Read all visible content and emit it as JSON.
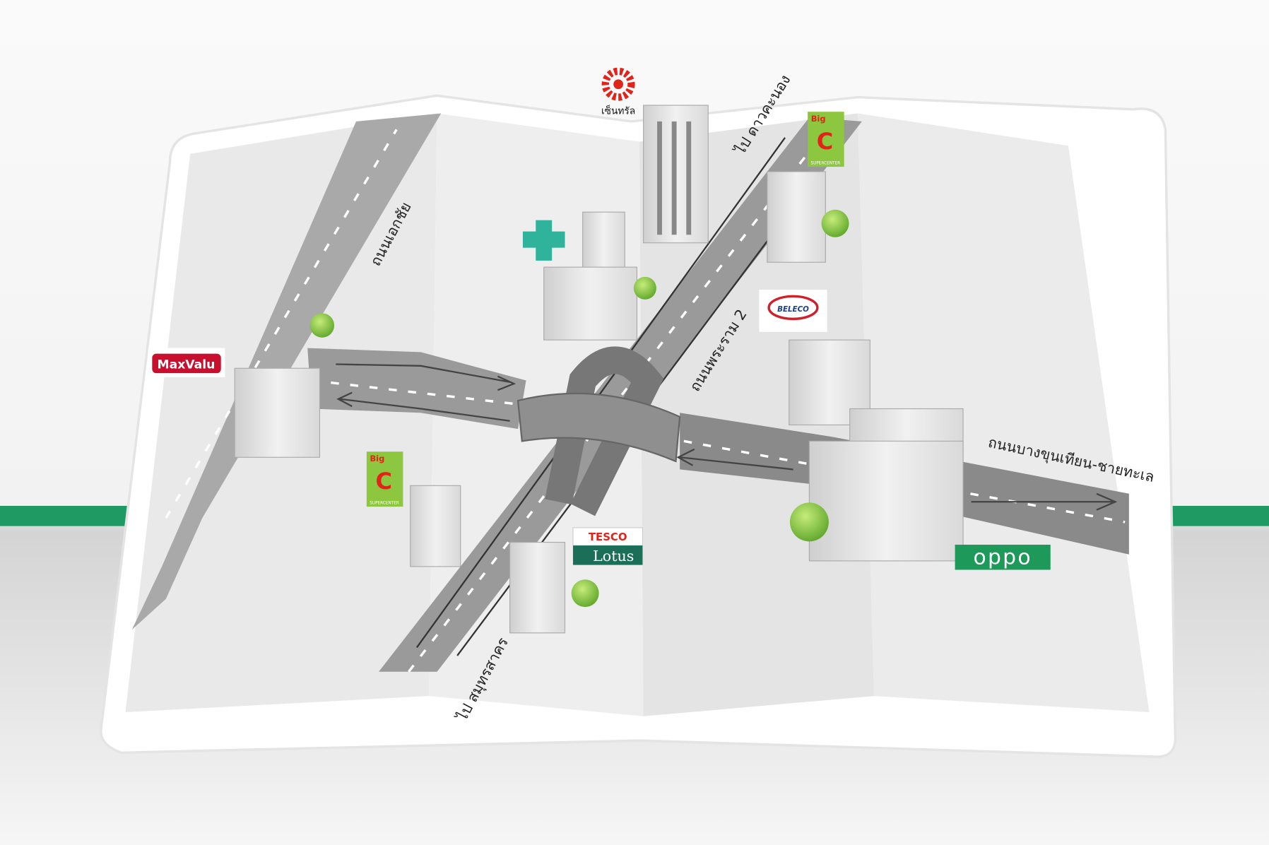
{
  "roads": {
    "ekachai": "ถนนเอกชัย",
    "to_dao_khanong": "ไป ดาวคะนอง",
    "rama2": "ถนนพระราม 2",
    "bang_khun_thian": "ถนนบางขุนเทียน-ชายทะเล",
    "to_samut_sakhon": "ไป สมุทรสาคร"
  },
  "landmarks": {
    "central": "เซ็นทรัล",
    "bigc_top": {
      "small": "Big",
      "big": "C",
      "sub": "SUPERCENTER"
    },
    "bigc_left": {
      "small": "Big",
      "big": "C",
      "sub": "SUPERCENTER"
    },
    "maxvalu": "MaxValu",
    "tesco": "TESCO",
    "lotus": "Lotus",
    "oppo": "oppo",
    "beleco": "BELECO"
  },
  "colors": {
    "band": "#1f9a63",
    "road": "#8e8e8e",
    "paper": "#e6e6e6",
    "hospital": "#2fb39a",
    "bigc_green": "#8dc63f",
    "bigc_red": "#e2231a",
    "oppo": "#1d9a5a",
    "maxvalu": "#c8102e"
  }
}
